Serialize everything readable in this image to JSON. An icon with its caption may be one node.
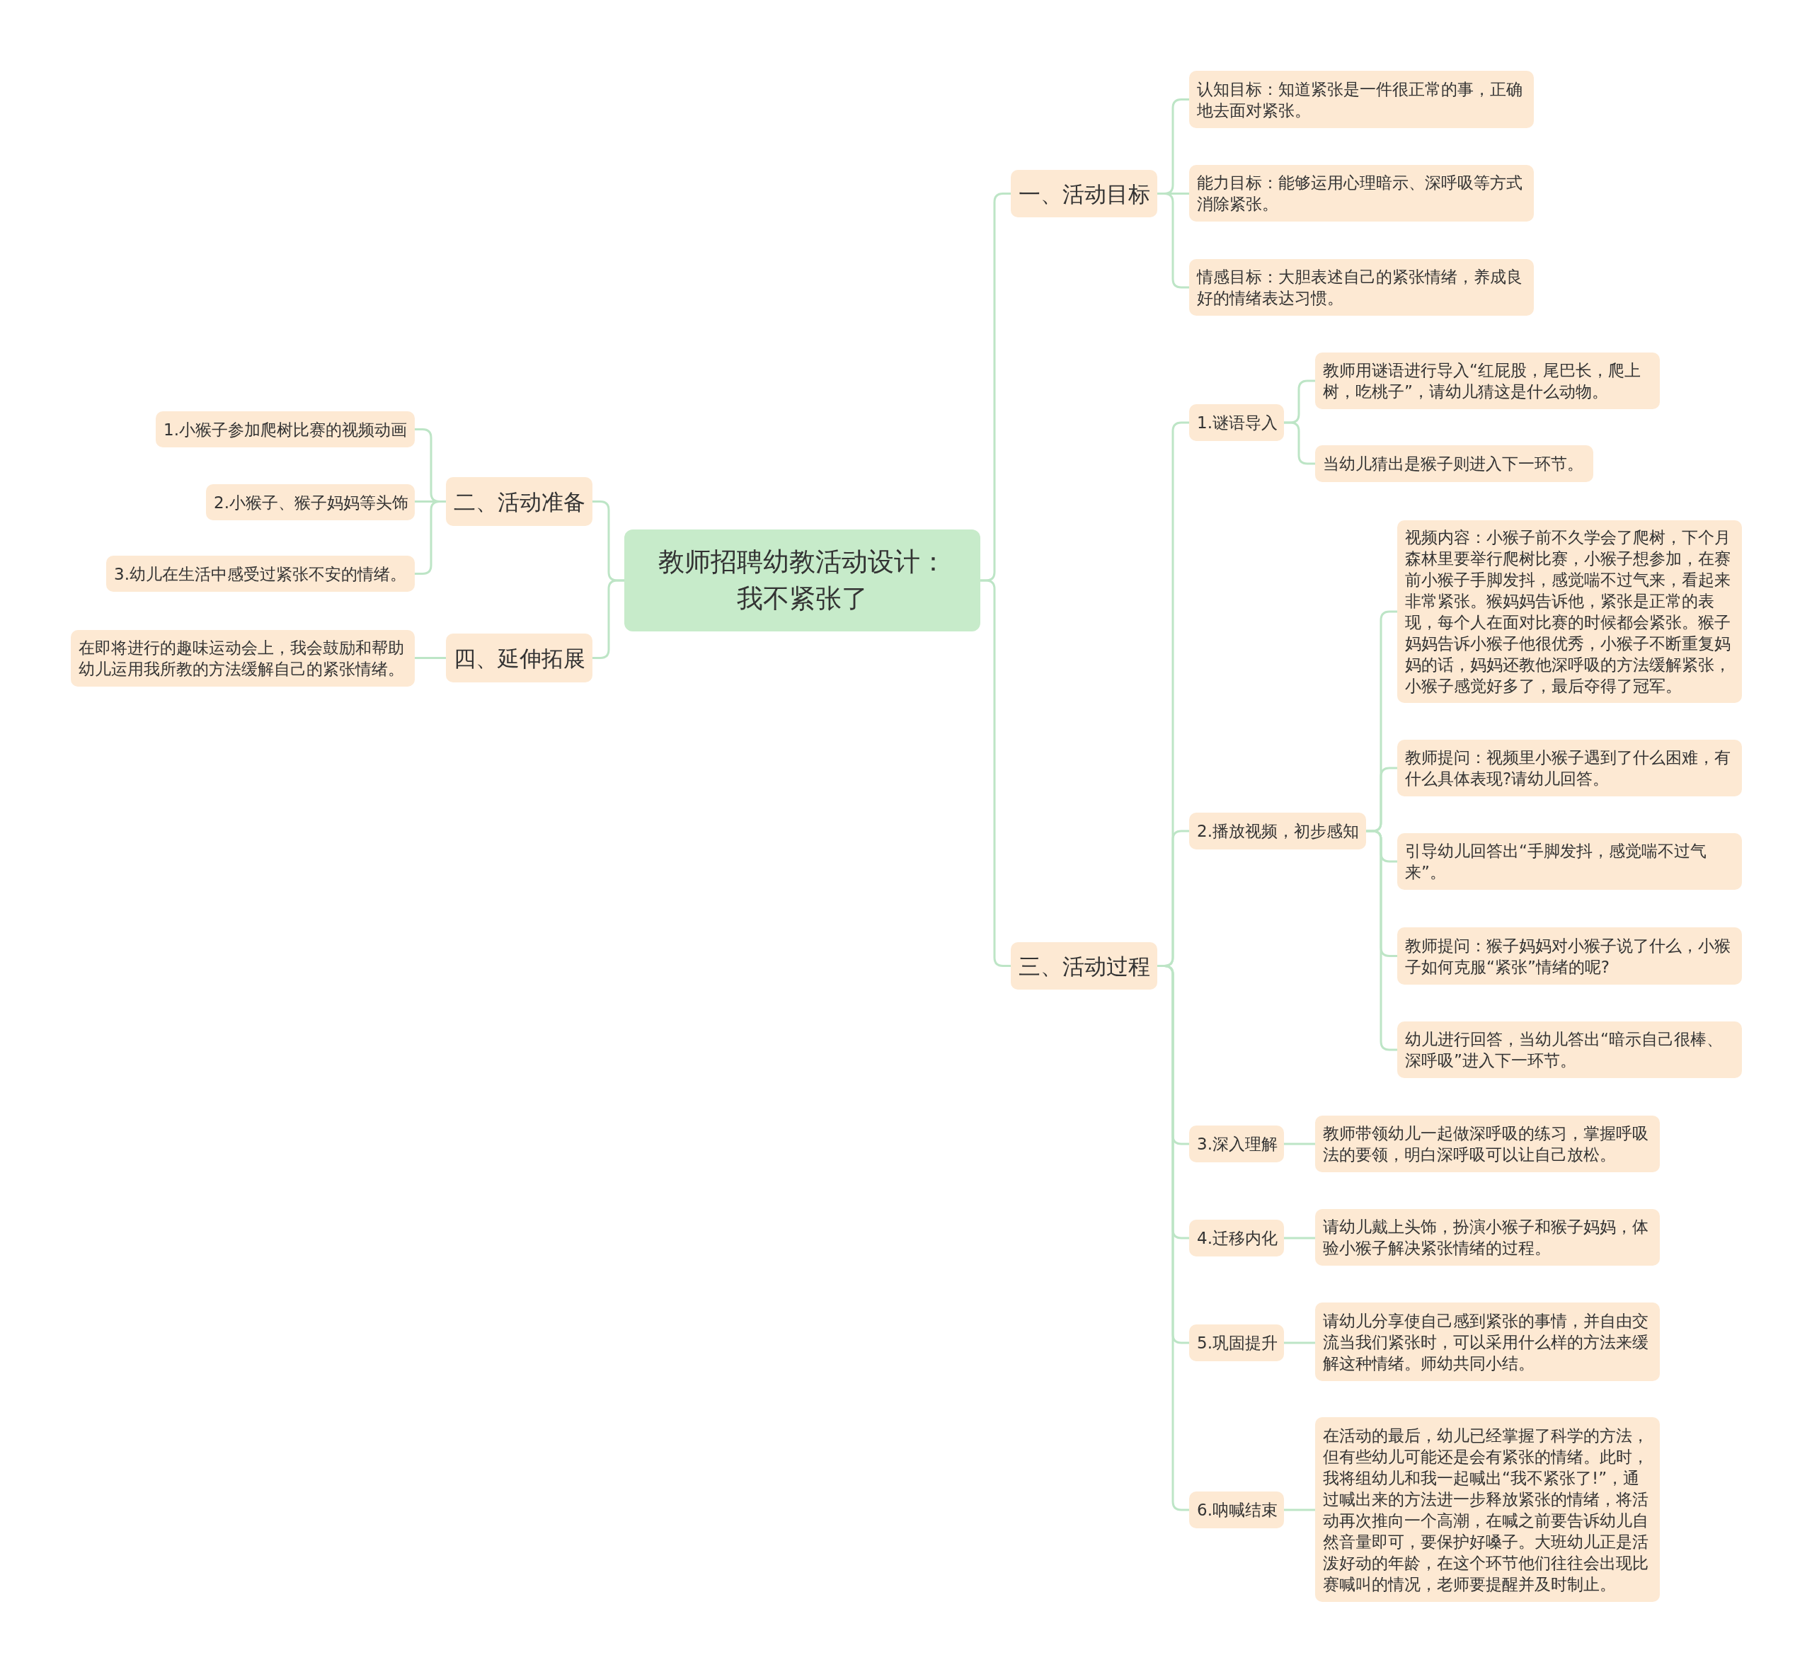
{
  "diagram": {
    "nodes": [
      {
        "text": [
          "教师招聘幼教活动设计：我不紧张了"
        ]
      },
      {
        "text": [
          "一、活动目标"
        ]
      },
      {
        "text": [
          "认知目标：知道紧张是一件很正常的事，正确地去面对紧张。"
        ]
      },
      {
        "text": [
          "能力目标：能够运用心理暗示、深呼吸等方式消除紧张。"
        ]
      },
      {
        "text": [
          "情感目标：大胆表述自己的紧张情绪，养成良好的情绪表达习惯。"
        ]
      },
      {
        "text": [
          "三、活动过程"
        ]
      },
      {
        "text": [
          "1.谜语导入"
        ]
      },
      {
        "text": [
          "教师用谜语进行导入“红屁股，尾巴长，爬上树，吃桃子”，请幼儿猜这是什么动物。"
        ]
      },
      {
        "text": [
          "当幼儿猜出是猴子则进入下一环节。"
        ]
      },
      {
        "text": [
          "2.播放视频，初步感知"
        ]
      },
      {
        "text": [
          "视频内容：小猴子前不久学会了爬树，下个月森林里要举行爬树比赛，小猴子想参加，在赛前小猴子手脚发抖，感觉喘不过气来，看起来非常紧张。猴妈妈告诉他，紧张是正常的表现，每个人在面对比赛的时候都会紧张。猴子妈妈告诉小猴子他很优秀，小猴子不断重复妈妈的话，妈妈还教他深呼吸的方法缓解紧张，小猴子感觉好多了，最后夺得了冠军。"
        ]
      },
      {
        "text": [
          "教师提问：视频里小猴子遇到了什么困难，有什么具体表现?请幼儿回答。"
        ]
      },
      {
        "text": [
          "引导幼儿回答出“手脚发抖，感觉喘不过气来”。"
        ]
      },
      {
        "text": [
          "教师提问：猴子妈妈对小猴子说了什么，小猴子如何克服“紧张”情绪的呢?"
        ]
      },
      {
        "text": [
          "幼儿进行回答，当幼儿答出“暗示自己很棒、深呼吸”进入下一环节。"
        ]
      },
      {
        "text": [
          "3.深入理解"
        ]
      },
      {
        "text": [
          "教师带领幼儿一起做深呼吸的练习，掌握呼吸法的要领，明白深呼吸可以让自己放松。"
        ]
      },
      {
        "text": [
          "4.迁移内化"
        ]
      },
      {
        "text": [
          "请幼儿戴上头饰，扮演小猴子和猴子妈妈，体验小猴子解决紧张情绪的过程。"
        ]
      },
      {
        "text": [
          "5.巩固提升"
        ]
      },
      {
        "text": [
          "请幼儿分享使自己感到紧张的事情，并自由交流当我们紧张时，可以采用什么样的方法来缓解这种情绪。师幼共同小结。"
        ]
      },
      {
        "text": [
          "6.呐喊结束"
        ]
      },
      {
        "text": [
          "在活动的最后，幼儿已经掌握了科学的方法，但有些幼儿可能还是会有紧张的情绪。此时，我将组幼儿和我一起喊出“我不紧张了!”，通过喊出来的方法进一步释放紧张的情绪，将活动再次推向一个高潮，在喊之前要告诉幼儿自然音量即可，要保护好嗓子。大班幼儿正是活泼好动的年龄，在这个环节他们往往会出现比赛喊叫的情况，老师要提醒并及时制止。"
        ]
      },
      {
        "text": [
          "二、活动准备"
        ]
      },
      {
        "text": [
          "1.小猴子参加爬树比赛的视频动画"
        ]
      },
      {
        "text": [
          "2.小猴子、猴子妈妈等头饰"
        ]
      },
      {
        "text": [
          "3.幼儿在生活中感受过紧张不安的情绪。"
        ]
      },
      {
        "text": [
          "四、延伸拓展"
        ]
      },
      {
        "text": [
          "在即将进行的趣味运动会上，我会鼓励和帮助幼儿运用我所教的方法缓解自己的紧张情绪。"
        ]
      }
    ],
    "edges": [
      {
        "from": 0,
        "to": 1,
        "arrow": "none"
      },
      {
        "from": 1,
        "to": 2,
        "arrow": "none"
      },
      {
        "from": 1,
        "to": 3,
        "arrow": "none"
      },
      {
        "from": 1,
        "to": 4,
        "arrow": "none"
      },
      {
        "from": 0,
        "to": 5,
        "arrow": "none"
      },
      {
        "from": 5,
        "to": 6,
        "arrow": "none"
      },
      {
        "from": 6,
        "to": 7,
        "arrow": "none"
      },
      {
        "from": 6,
        "to": 8,
        "arrow": "none"
      },
      {
        "from": 5,
        "to": 9,
        "arrow": "none"
      },
      {
        "from": 9,
        "to": 10,
        "arrow": "none"
      },
      {
        "from": 9,
        "to": 11,
        "arrow": "none"
      },
      {
        "from": 9,
        "to": 12,
        "arrow": "none"
      },
      {
        "from": 9,
        "to": 13,
        "arrow": "none"
      },
      {
        "from": 9,
        "to": 14,
        "arrow": "none"
      },
      {
        "from": 5,
        "to": 15,
        "arrow": "none"
      },
      {
        "from": 15,
        "to": 16,
        "arrow": "none"
      },
      {
        "from": 5,
        "to": 17,
        "arrow": "none"
      },
      {
        "from": 17,
        "to": 18,
        "arrow": "none"
      },
      {
        "from": 5,
        "to": 19,
        "arrow": "none"
      },
      {
        "from": 19,
        "to": 20,
        "arrow": "none"
      },
      {
        "from": 5,
        "to": 21,
        "arrow": "none"
      },
      {
        "from": 21,
        "to": 22,
        "arrow": "none"
      },
      {
        "from": 0,
        "to": 23,
        "arrow": "none"
      },
      {
        "from": 23,
        "to": 24,
        "arrow": "none"
      },
      {
        "from": 23,
        "to": 25,
        "arrow": "none"
      },
      {
        "from": 23,
        "to": 26,
        "arrow": "none"
      },
      {
        "from": 0,
        "to": 27,
        "arrow": "none"
      },
      {
        "from": 27,
        "to": 28,
        "arrow": "none"
      }
    ]
  }
}
